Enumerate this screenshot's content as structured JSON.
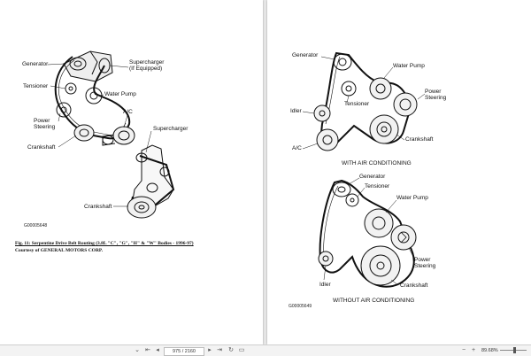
{
  "left_page": {
    "labels": {
      "generator": "Generator",
      "supercharger_if": "Supercharger\n(If Equipped)",
      "tensioner": "Tensioner",
      "water_pump": "Water Pump",
      "power_steering": "Power\nSteering",
      "ac": "A/C",
      "supercharger": "Supercharger",
      "crankshaft_top": "Crankshaft",
      "crankshaft_bottom": "Crankshaft"
    },
    "code": "G00005648",
    "caption_title": "Fig. 11: Serpentine Drive Belt Routing (3.8L \"C\", \"G\", \"H\" & \"W\" Bodies - 1996-97)",
    "caption_credit": "Courtesy of GENERAL MOTORS CORP."
  },
  "right_page": {
    "labels": {
      "generator_top": "Generator",
      "water_pump_top": "Water Pump",
      "power_steering_top": "Power\nSteering",
      "idler_top": "Idler",
      "tensioner_top": "Tensioner",
      "ac": "A/C",
      "crankshaft_top": "Crankshaft",
      "generator_bottom": "Generator",
      "tensioner_bottom": "Tensioner",
      "water_pump_bottom": "Water Pump",
      "power_steering_bottom": "Power\nSteering",
      "idler_bottom": "Idler",
      "crankshaft_bottom": "Crankshaft"
    },
    "section_with": "WITH AIR CONDITIONING",
    "section_without": "WITHOUT AIR CONDITIONING",
    "code": "G00005649"
  },
  "toolbar": {
    "page_indicator": "975 / 2160",
    "zoom": "89.68%",
    "zoom_level": 0.55,
    "icons": [
      "chevron-down-icon",
      "first-page-icon",
      "prev-page-icon",
      "next-page-icon",
      "last-page-icon",
      "rotate-icon",
      "fit-icon",
      "zoom-out-icon",
      "zoom-in-icon"
    ]
  }
}
